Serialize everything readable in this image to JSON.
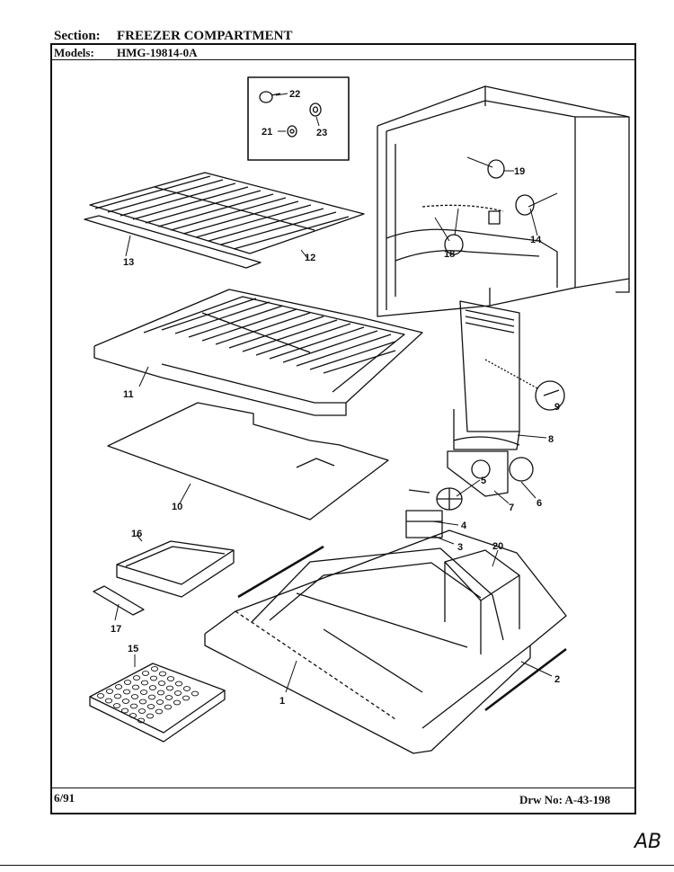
{
  "header": {
    "section_label": "Section:",
    "section_value": "FREEZER COMPARTMENT",
    "models_label": "Models:",
    "models_value": "HMG-19814-0A"
  },
  "footer": {
    "date": "6/91",
    "drawing_number": "Drw No: A-43-198"
  },
  "annotation": "AB",
  "callouts": {
    "c1": "1",
    "c2": "2",
    "c3": "3",
    "c4": "4",
    "c5": "5",
    "c6": "6",
    "c7": "7",
    "c8": "8",
    "c9": "9",
    "c10": "10",
    "c11": "11",
    "c12": "12",
    "c13": "13",
    "c14": "14",
    "c15": "15",
    "c16": "16",
    "c17": "17",
    "c18": "18",
    "c19": "19",
    "c20": "20",
    "c21": "21",
    "c22": "22",
    "c23": "23"
  }
}
